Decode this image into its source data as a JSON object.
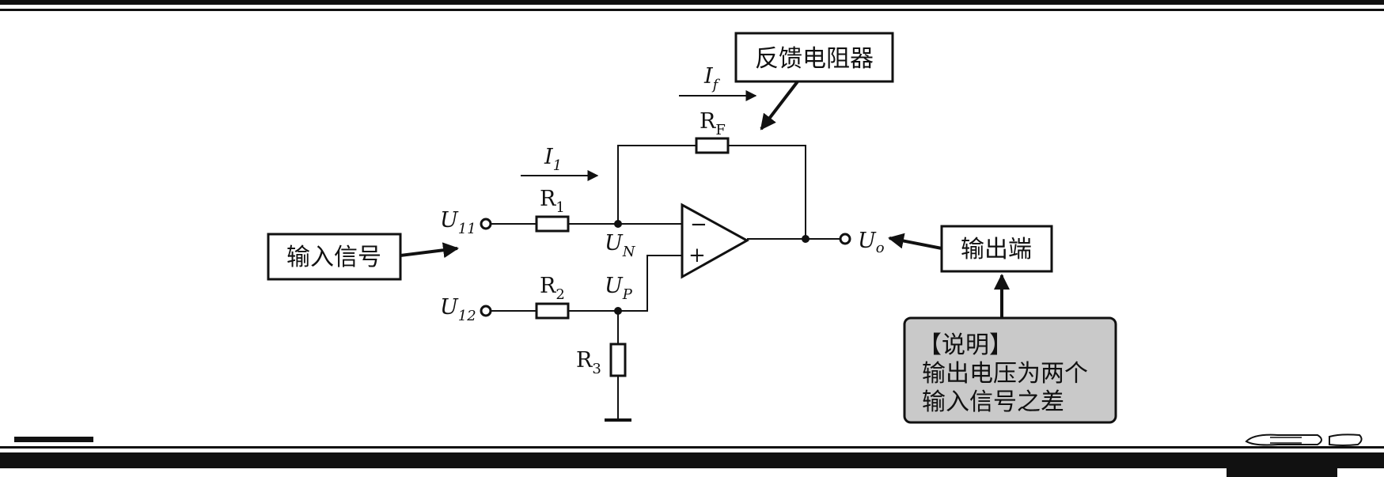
{
  "labels": {
    "feedback_resistor": "反馈电阻器",
    "input_signal": "输入信号",
    "output_terminal": "输出端"
  },
  "note": {
    "title": "【说明】",
    "line1": "输出电压为两个",
    "line2": "输入信号之差"
  },
  "symbols": {
    "If": {
      "main": "I",
      "sub": "f"
    },
    "I1": {
      "main": "I",
      "sub": "1"
    },
    "RF": {
      "main": "R",
      "sub": "F"
    },
    "R1": {
      "main": "R",
      "sub": "1"
    },
    "R2": {
      "main": "R",
      "sub": "2"
    },
    "R3": {
      "main": "R",
      "sub": "3"
    },
    "U11": {
      "main": "U",
      "sub": "11"
    },
    "U12": {
      "main": "U",
      "sub": "12"
    },
    "UN": {
      "main": "U",
      "sub": "N"
    },
    "UP": {
      "main": "U",
      "sub": "P"
    },
    "Uo": {
      "main": "U",
      "sub": "o"
    }
  },
  "opamp": {
    "minus": "−",
    "plus": "+"
  },
  "colors": {
    "note_fill": "#c9c9c9",
    "line": "#111111"
  }
}
